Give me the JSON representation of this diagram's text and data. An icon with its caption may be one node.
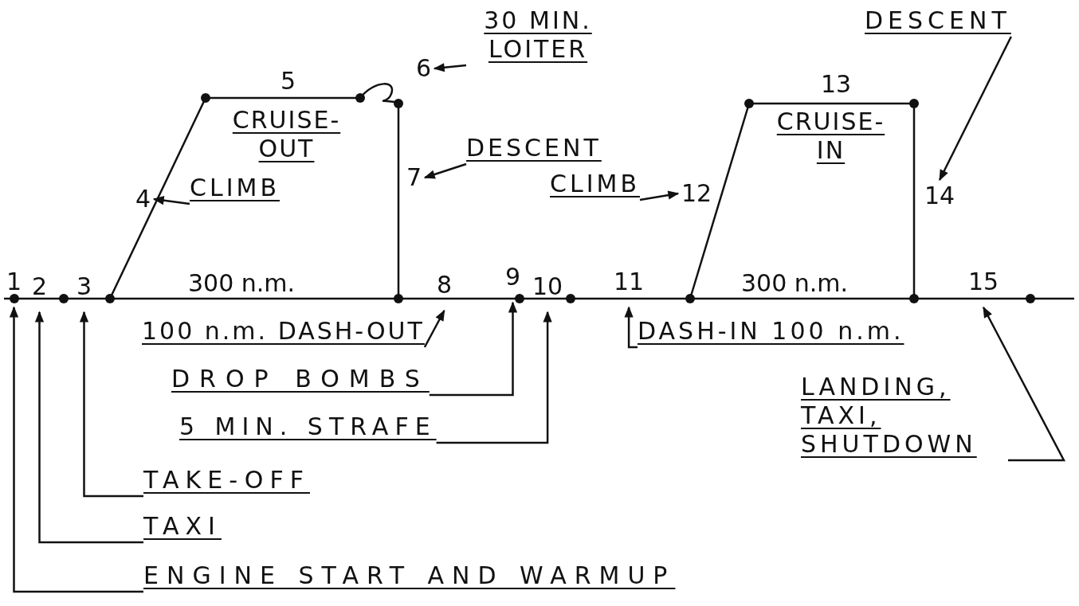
{
  "diagram": {
    "nodes": [
      {
        "text": [
          "30 MIN. LOITER"
        ]
      },
      {
        "text": [
          "6"
        ]
      },
      {
        "text": [
          "DESCENT"
        ]
      },
      {
        "text": [
          "7"
        ]
      },
      {
        "text": [
          "CLIMB"
        ]
      },
      {
        "text": [
          "4"
        ]
      },
      {
        "text": [
          "CLIMB"
        ]
      },
      {
        "text": [
          "12"
        ]
      },
      {
        "text": [
          "DESCENT"
        ]
      },
      {
        "text": [
          "14"
        ]
      },
      {
        "text": [
          "100 n.m. DASH-OUT"
        ]
      },
      {
        "text": [
          "DROP BOMBS"
        ]
      },
      {
        "text": [
          "5 MIN. STRAFE"
        ]
      },
      {
        "text": [
          "TAKE-OFF"
        ]
      },
      {
        "text": [
          "TAXI"
        ]
      },
      {
        "text": [
          "ENGINE START AND WARMUP"
        ]
      },
      {
        "text": [
          "DASH-IN 100 n.m."
        ]
      },
      {
        "text": [
          "LANDING, TAXI, SHUTDOWN"
        ]
      },
      {
        "text": [
          "1"
        ]
      },
      {
        "text": [
          "2"
        ]
      },
      {
        "text": [
          "3"
        ]
      },
      {
        "text": [
          "8"
        ]
      },
      {
        "text": [
          "9"
        ]
      },
      {
        "text": [
          "10"
        ]
      },
      {
        "text": [
          "11"
        ]
      },
      {
        "text": [
          "15"
        ]
      }
    ],
    "edges": [
      {
        "from": 0,
        "to": 1,
        "arrow": "to"
      },
      {
        "from": 2,
        "to": 3,
        "arrow": "to"
      },
      {
        "from": 4,
        "to": 5,
        "arrow": "to"
      },
      {
        "from": 6,
        "to": 7,
        "arrow": "to"
      },
      {
        "from": 8,
        "to": 9,
        "arrow": "to"
      },
      {
        "from": 10,
        "to": 21,
        "arrow": "to"
      },
      {
        "from": 11,
        "to": 22,
        "arrow": "to"
      },
      {
        "from": 12,
        "to": 23,
        "arrow": "to"
      },
      {
        "from": 13,
        "to": 20,
        "arrow": "to"
      },
      {
        "from": 14,
        "to": 19,
        "arrow": "to"
      },
      {
        "from": 15,
        "to": 18,
        "arrow": "to"
      },
      {
        "from": 16,
        "to": 24,
        "arrow": "to"
      },
      {
        "from": 17,
        "to": 25,
        "arrow": "to"
      }
    ],
    "labels": [
      "5",
      "13",
      "CRUISE- OUT",
      "CRUISE- IN",
      "300 n.m.",
      "300 n.m."
    ]
  }
}
